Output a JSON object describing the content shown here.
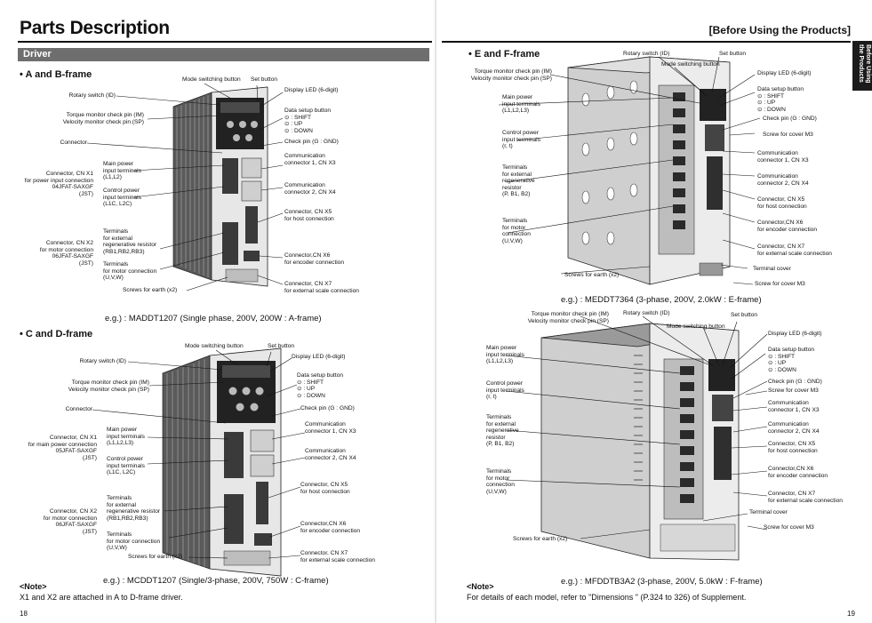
{
  "left": {
    "title": "Parts Description",
    "section": "Driver",
    "page_number": "18",
    "note_heading": "<Note>",
    "note_text": "X1 and X2 are attached in A to D-frame driver.",
    "ab": {
      "heading": "• A and B-frame",
      "caption": "e.g.) : MADDT1207 (Single phase, 200V, 200W : A-frame)",
      "labels": {
        "mode": "Mode switching button",
        "set": "Set button",
        "rotary": "Rotary switch (ID)",
        "display": "Display LED (6-digit)",
        "torque": "Torque monitor check pin (IM)\nVelocity monitor check pin (SP)",
        "setup": "Data setup button\n⊙ : SHIFT\n⊙ : UP\n⊙ : DOWN",
        "connector": "Connector",
        "checkpin": "Check pin (G : GND)",
        "cnx1": "Connector, CN X1\nfor power input connection\n04JFAT-SAXGF\n(JST)",
        "mainpower": "Main power\ninput terminals\n(L1,L2)",
        "controlpower": "Control power\ninput terminals\n(L1C, L2C)",
        "comm1": "Communication\nconnector 1, CN X3",
        "comm2": "Communication\nconnector 2, CN X4",
        "cnx5": "Connector, CN X5\nfor host connection",
        "cnx2": "Connector, CN X2\nfor motor connection\n06JFAT-SAXGF\n(JST)",
        "regen": "Terminals\nfor external\nregenerative resistor\n(RB1,RB2,RB3)",
        "motor": "Terminals\nfor motor connection\n(U,V,W)",
        "cnx6": "Connector,CN X6\nfor encoder connection",
        "earth": "Screws for earth (x2)",
        "cnx7": "Connector, CN X7\nfor external scale connection"
      }
    },
    "cd": {
      "heading": "• C and D-frame",
      "caption": "e.g.) : MCDDT1207 (Single/3-phase, 200V, 750W : C-frame)",
      "labels": {
        "mode": "Mode switching button",
        "set": "Set button",
        "rotary": "Rotary switch (ID)",
        "display": "Display LED (6-digit)",
        "torque": "Torque monitor check pin (IM)\nVelocity monitor check pin (SP)",
        "setup": "Data setup button\n⊙ : SHIFT\n⊙ : UP\n⊙ : DOWN",
        "connector": "Connector",
        "checkpin": "Check pin (G : GND)",
        "cnx1": "Connector, CN X1\nfor main power connection\n05JFAT-SAXGF\n(JST)",
        "mainpower": "Main power\ninput terminals\n(L1,L2,L3)",
        "controlpower": "Control power\ninput terminals\n(L1C, L2C)",
        "comm1": "Communication\nconnector 1, CN X3",
        "comm2": "Communication\nconnector 2, CN X4",
        "cnx5": "Connector, CN X5\nfor host connection",
        "cnx2": "Connector, CN X2\nfor motor connection\n06JFAT-SAXGF\n(JST)",
        "regen": "Terminals\nfor external\nregenerative resistor\n(RB1,RB2,RB3)",
        "motor": "Terminals\nfor motor connection\n(U,V,W)",
        "cnx6": "Connector,CN X6\nfor encoder connection",
        "earth": "Screws for earth (x2)",
        "cnx7": "Connector, CN X7\nfor external scale connection"
      }
    }
  },
  "right": {
    "header": "[Before Using the Products]",
    "side_tab": "Before Using the Products",
    "page_number": "19",
    "note_heading": "<Note>",
    "note_text": "For details of each model, refer to \"Dimensions \" (P.324 to 326) of Supplement.",
    "ef": {
      "heading": "• E and F-frame",
      "caption": "e.g.) : MEDDT7364 (3-phase, 200V, 2.0kW : E-frame)",
      "labels": {
        "rotary": "Rotary switch (ID)",
        "set": "Set button",
        "mode": "Mode switching button",
        "torque": "Torque monitor check pin (IM)\nVelocity monitor check pin (SP)",
        "display": "Display LED (6-digit)",
        "setup": "Data setup button\n⊙ : SHIFT\n⊙ : UP\n⊙ : DOWN",
        "mainpower": "Main power\ninput terminals\n(L1,L2,L3)",
        "checkpin": "Check pin (G : GND)",
        "screwcover": "Screw for cover M3",
        "controlpower": "Control power\ninput terminals\n(r, t)",
        "comm1": "Communication\nconnector 1, CN X3",
        "comm2": "Communication\nconnector 2, CN X4",
        "regen": "Terminals\nfor external\nregenerative\nresistor\n(P, B1, B2)",
        "cnx5": "Connector, CN X5\nfor host connection",
        "cnx6": "Connector,CN X6\nfor encoder connection",
        "motor": "Terminals\nfor motor\nconnection\n(U,V,W)",
        "cnx7": "Connector, CN X7\nfor external scale connection",
        "terminalcover": "Terminal cover",
        "earth": "Screws for earth (x2)",
        "screwcover2": "Screw for cover M3"
      }
    },
    "f": {
      "caption": "e.g.) : MFDDTB3A2 (3-phase, 200V, 5.0kW : F-frame)",
      "labels": {
        "torque": "Torque monitor check pin (IM)\nVelocity monitor check pin (SP)",
        "rotary": "Rotary switch (ID)",
        "set": "Set button",
        "mode": "Mode switching button",
        "display": "Display LED (6-digit)",
        "mainpower": "Main power\ninput terminals\n(L1,L2,L3)",
        "setup": "Data setup button\n⊙ : SHIFT\n⊙ : UP\n⊙ : DOWN",
        "checkpin": "Check pin (G : GND)",
        "screwcover": "Screw for cover M3",
        "controlpower": "Control power\ninput terminals\n(r, t)",
        "comm1": "Communication\nconnector 1, CN X3",
        "regen": "Terminals\nfor external\nregenerative\nresistor\n(P, B1, B2)",
        "comm2": "Communication\nconnector 2, CN X4",
        "cnx5": "Connector, CN X5\nfor host connection",
        "cnx6": "Connector,CN X6\nfor encoder connection",
        "motor": "Terminals\nfor motor\nconnection\n(U,V,W)",
        "cnx7": "Connector, CN X7\nfor external scale connection",
        "terminalcover": "Terminal cover",
        "earth": "Screws for earth (x2)",
        "screwcover2": "Screw for cover M3"
      }
    }
  }
}
